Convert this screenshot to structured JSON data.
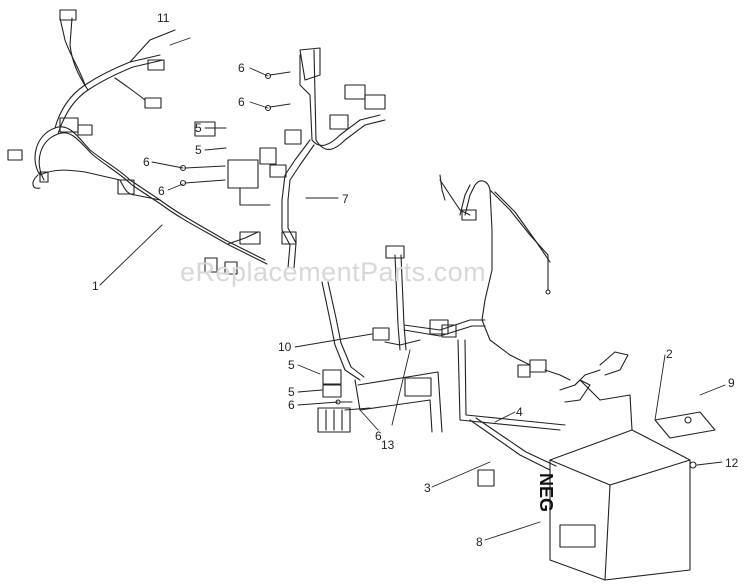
{
  "watermark": "eReplacementParts.com",
  "battery_label": "NEG",
  "callouts": [
    {
      "id": "c11a",
      "text": "11"
    },
    {
      "id": "c6a",
      "text": "6"
    },
    {
      "id": "c6b",
      "text": "6"
    },
    {
      "id": "c5a",
      "text": "5"
    },
    {
      "id": "c5b",
      "text": "5"
    },
    {
      "id": "c6c",
      "text": "6"
    },
    {
      "id": "c6d",
      "text": "6"
    },
    {
      "id": "c7",
      "text": "7"
    },
    {
      "id": "c1",
      "text": "1"
    },
    {
      "id": "c10",
      "text": "10"
    },
    {
      "id": "c5c",
      "text": "5"
    },
    {
      "id": "c5d",
      "text": "5"
    },
    {
      "id": "c6e",
      "text": "6"
    },
    {
      "id": "c6f",
      "text": "6"
    },
    {
      "id": "c13",
      "text": "13"
    },
    {
      "id": "c2",
      "text": "2"
    },
    {
      "id": "c9",
      "text": "9"
    },
    {
      "id": "c4",
      "text": "4"
    },
    {
      "id": "c12",
      "text": "12"
    },
    {
      "id": "c3",
      "text": "3"
    },
    {
      "id": "c8",
      "text": "8"
    }
  ]
}
